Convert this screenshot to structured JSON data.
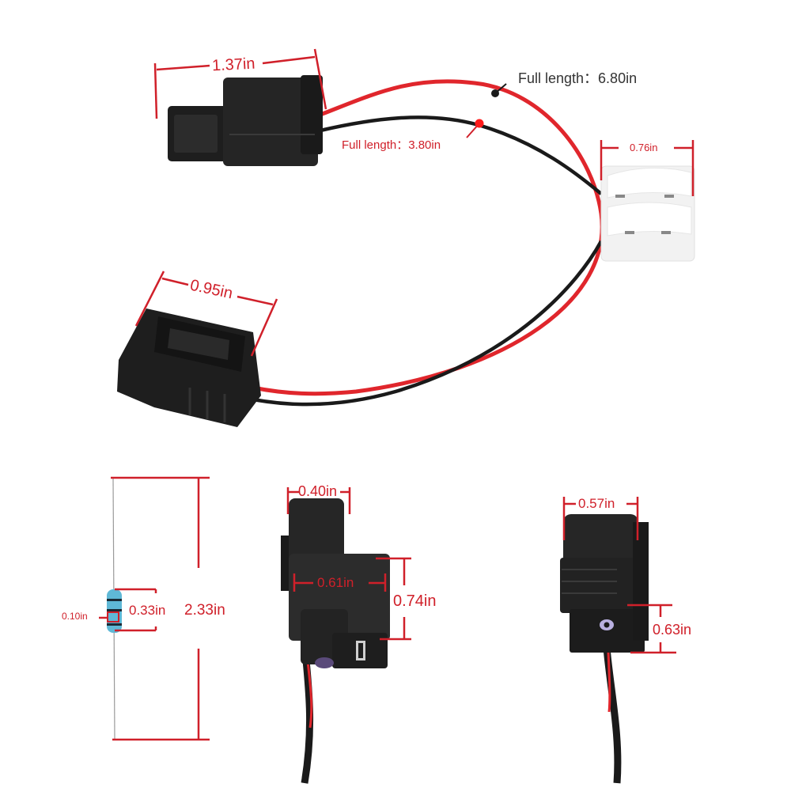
{
  "colors": {
    "dimension": "#d0202a",
    "wire_red": "#e0262c",
    "wire_black": "#1a1a1a",
    "connector": "#1e1e1e",
    "clip": "#f4f4f4",
    "resistor": "#5fb8d6"
  },
  "top_assembly": {
    "male_connector": {
      "width_label": "1.37in"
    },
    "red_wire": {
      "length_label": "Full length：6.80in"
    },
    "black_wire": {
      "length_label": "Full length：3.80in"
    },
    "wire_clip": {
      "width_label": "0.76in"
    },
    "female_connector": {
      "width_label": "0.95in"
    }
  },
  "bottom_details": {
    "resistor": {
      "total_length_label": "2.33in",
      "body_length_label": "0.33in",
      "body_diameter_label": "0.10in"
    },
    "connector_a": {
      "top_width_label": "0.40in",
      "mid_width_label": "0.61in",
      "height_label": "0.74in"
    },
    "connector_b": {
      "top_width_label": "0.57in",
      "height_label": "0.63in"
    }
  }
}
